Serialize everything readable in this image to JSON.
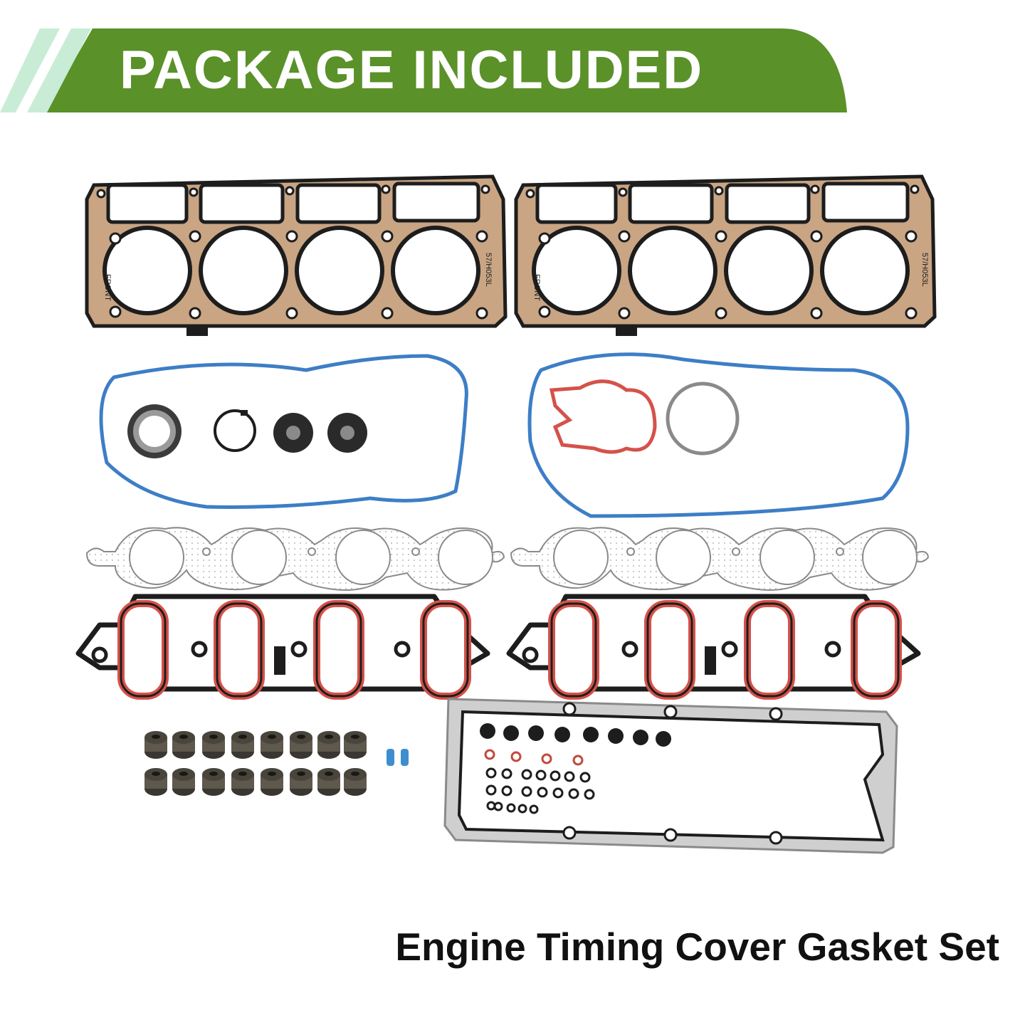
{
  "banner": {
    "title": "PACKAGE INCLUDED",
    "color": "#5a9129",
    "stripe_color": "#c9ecd6"
  },
  "head_gaskets": [
    {
      "front_label": "FRONT",
      "code_label": "57/H053L"
    },
    {
      "front_label": "FRONT",
      "code_label": "57/H053L"
    }
  ],
  "caption": {
    "text": "Engine Timing Cover Gasket Set"
  },
  "colors": {
    "head_gasket_body": "#c9a584",
    "outline_dark": "#1d1d1d",
    "blue_seal": "#3d7ec6",
    "red_seal": "#d4524a",
    "exhaust_gasket": "#ececec",
    "valley_plate": "#cfcfcf"
  }
}
